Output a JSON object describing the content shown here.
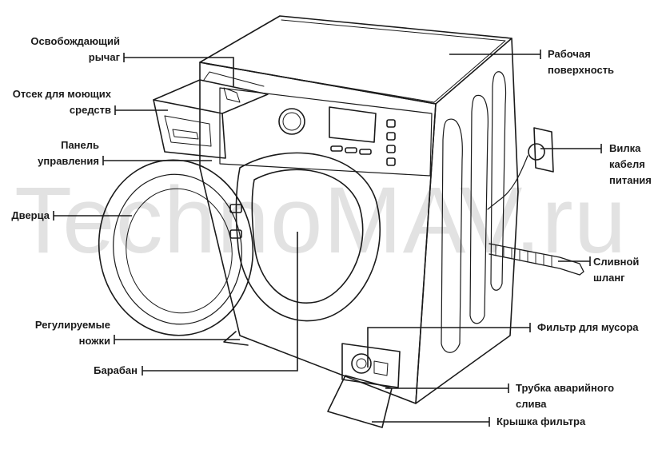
{
  "watermark": "TechnoMAV.ru",
  "labels": {
    "release_lever": {
      "line1": "Освобождающий",
      "line2": "рычаг"
    },
    "detergent_drawer": {
      "line1": "Отсек для моющих",
      "line2": "средств"
    },
    "control_panel": {
      "line1": "Панель",
      "line2": "управления"
    },
    "door": {
      "line1": "Дверца"
    },
    "adjustable_feet": {
      "line1": "Регулируемые",
      "line2": "ножки"
    },
    "drum": {
      "line1": "Барабан"
    },
    "worktop": {
      "line1": "Рабочая",
      "line2": "поверхность"
    },
    "power_plug": {
      "line1": "Вилка",
      "line2": "кабеля",
      "line3": "питания"
    },
    "drain_hose": {
      "line1": "Сливной",
      "line2": "шланг"
    },
    "debris_filter": {
      "line1": "Фильтр для мусора"
    },
    "emergency_drain_tube": {
      "line1": "Трубка аварийного",
      "line2": "слива"
    },
    "filter_cover": {
      "line1": "Крышка фильтра"
    }
  }
}
